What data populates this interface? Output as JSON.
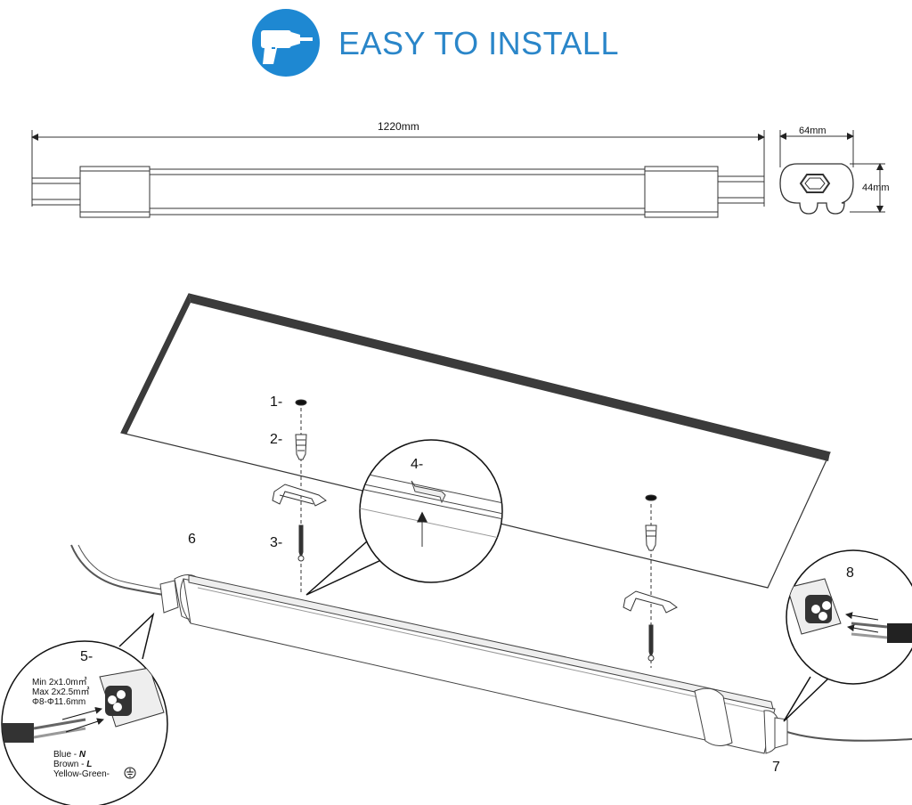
{
  "header": {
    "title": "EASY TO INSTALL",
    "icon": "drill-icon",
    "accent_color": "#1e88d2"
  },
  "dimensions": {
    "length": "1220mm",
    "width": "64mm",
    "height": "44mm"
  },
  "steps": {
    "s1": "1-",
    "s2": "2-",
    "s3": "3-",
    "s4": "4-",
    "s5": "5-",
    "s6": "6",
    "s7": "7",
    "s8": "8"
  },
  "wiring": {
    "min": "Min   2x1.0m㎡",
    "max": "Max  2x2.5m㎡",
    "diameter": "Φ8-Φ11.6mm",
    "blue_label": "Blue - ",
    "blue_code": "N",
    "brown_label": "Brown - ",
    "brown_code": "L",
    "earth_label": "Yellow-Green-"
  }
}
